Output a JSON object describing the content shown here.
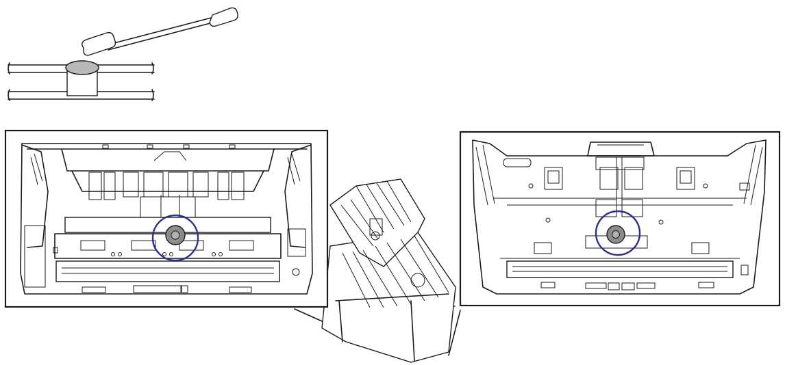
{
  "colors": {
    "line": "#1a1a1a",
    "background": "#ffffff",
    "highlight_circle": "#2b2f8f",
    "roller_fill": "#8c8c8c",
    "cleaning_fluid": "#b8b8b8"
  },
  "icons": [
    "cotton-swab-icon",
    "roller-closeup-icon",
    "highlight-circle-icon"
  ],
  "panels": [
    "scanner-open-lid-view",
    "scanner-base-view",
    "scanner-open-perspective"
  ]
}
